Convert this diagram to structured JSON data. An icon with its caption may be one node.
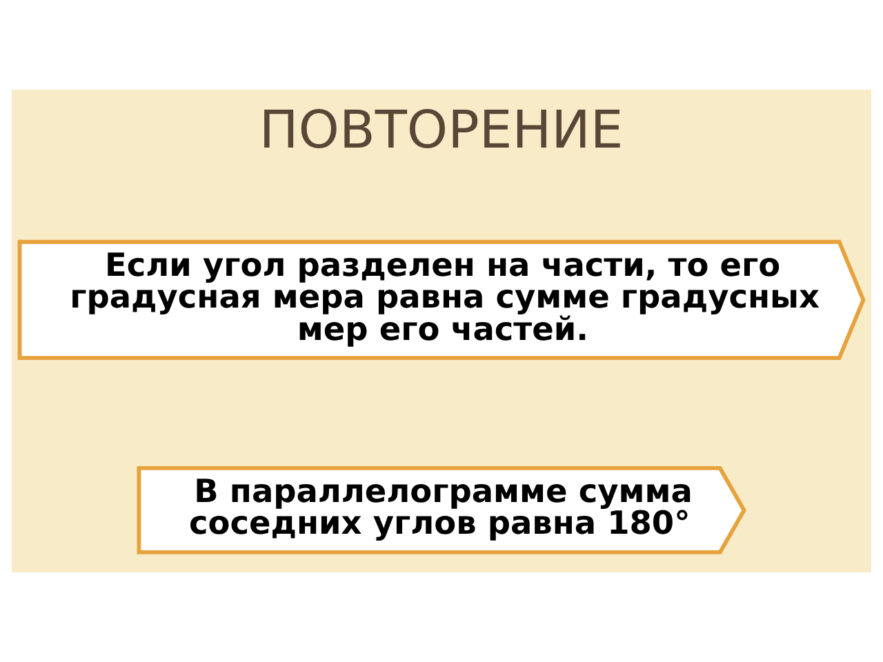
{
  "diagram": {
    "title": "ПОВТОРЕНИЕ",
    "nodes": [
      {
        "text": [
          "Если угол разделен на части, то его градусная мера равна сумме градусных мер его частей."
        ]
      },
      {
        "text": [
          "В параллелограмме сумма соседних углов равна 180°"
        ]
      }
    ]
  }
}
